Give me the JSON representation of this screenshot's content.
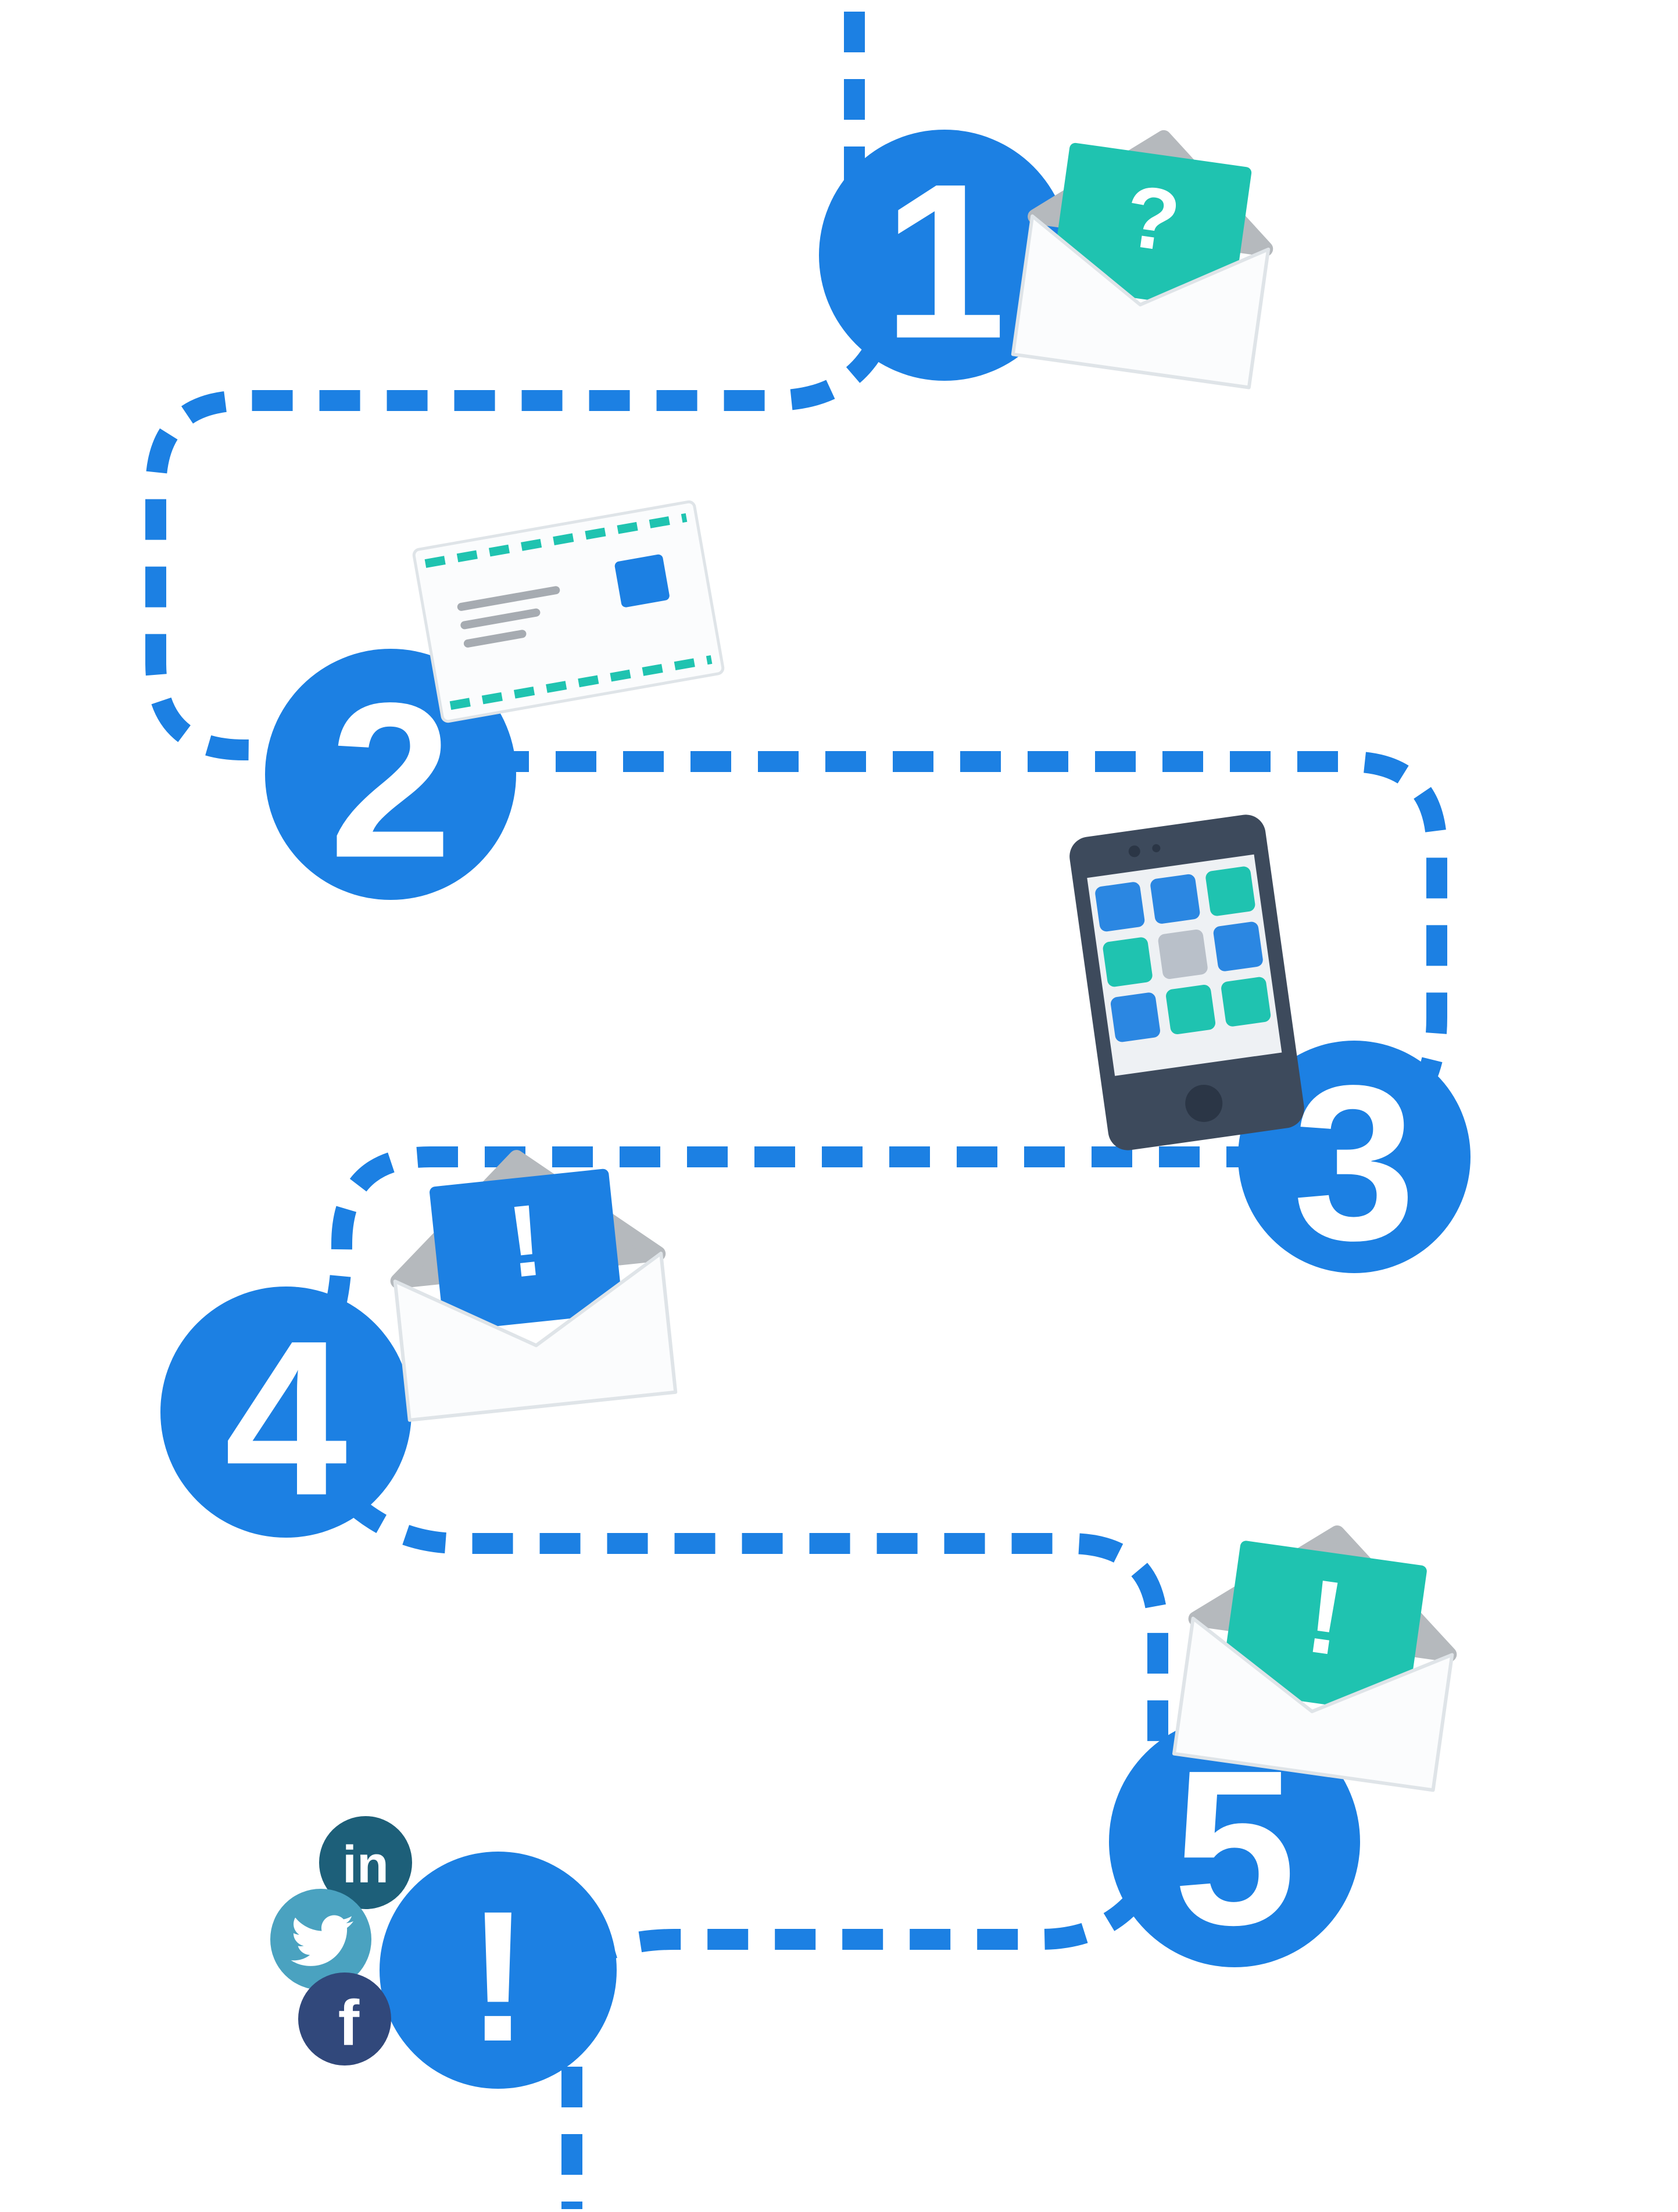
{
  "colors": {
    "background": "#ffffff",
    "blue": "#1c80e3",
    "teal": "#1fc3b0",
    "flap": "#b5b9bd",
    "paper": "#fbfcfd",
    "paperedge": "#dfe4e8",
    "addr": "#a6abb1",
    "phonedark": "#3d4a5c",
    "phonedarker": "#2b3646",
    "screen": "#eef1f4",
    "appgray": "#b9c0c9",
    "linkedin": "#1d5f79",
    "twitter": "#4aa2c0",
    "facebook": "#31487b"
  },
  "steps": [
    {
      "number": "1",
      "icon": "envelope-question"
    },
    {
      "number": "2",
      "icon": "postal-letter"
    },
    {
      "number": "3",
      "icon": "smartphone-apps"
    },
    {
      "number": "4",
      "icon": "open-envelope-alert"
    },
    {
      "number": "5",
      "icon": "envelope-alert-teal"
    }
  ],
  "final_marker": {
    "glyph": "!"
  },
  "glyphs": {
    "question": "?",
    "exclamation": "!"
  },
  "social": {
    "linkedin": "in",
    "facebook": "f",
    "twitter": "twitter-bird"
  },
  "phone": {
    "apps": [
      [
        "#2b87e2",
        "#2b87e2",
        "#1fc3b0"
      ],
      [
        "#1fc3b0",
        "#b9c0c9",
        "#2b87e2"
      ],
      [
        "#2b87e2",
        "#1fc3b0",
        "#1fc3b0"
      ]
    ]
  }
}
